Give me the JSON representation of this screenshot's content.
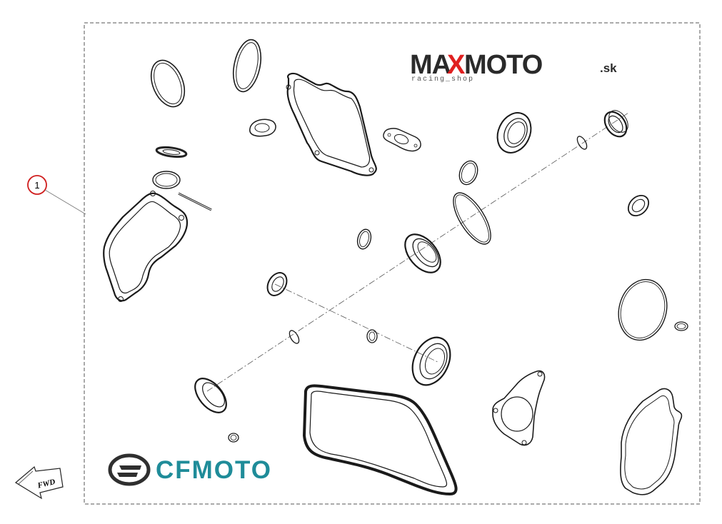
{
  "callout": {
    "number": "1"
  },
  "brand": {
    "maxmoto": {
      "text_max": "MA",
      "text_x": "X",
      "text_rest": "MOTO",
      "suffix": ".sk",
      "tagline": "racing_shop"
    },
    "cfmoto": {
      "text": "CFMOTO"
    },
    "colors": {
      "maxmoto_dark": "#2a2a2a",
      "maxmoto_accent": "#e02020",
      "cfmoto_teal": "#1f8c99",
      "callout_red": "#d01e1e"
    }
  },
  "direction_indicator": {
    "label": "FWD"
  },
  "icons": [
    "fwd-arrow-icon",
    "cfmoto-emblem-icon"
  ]
}
